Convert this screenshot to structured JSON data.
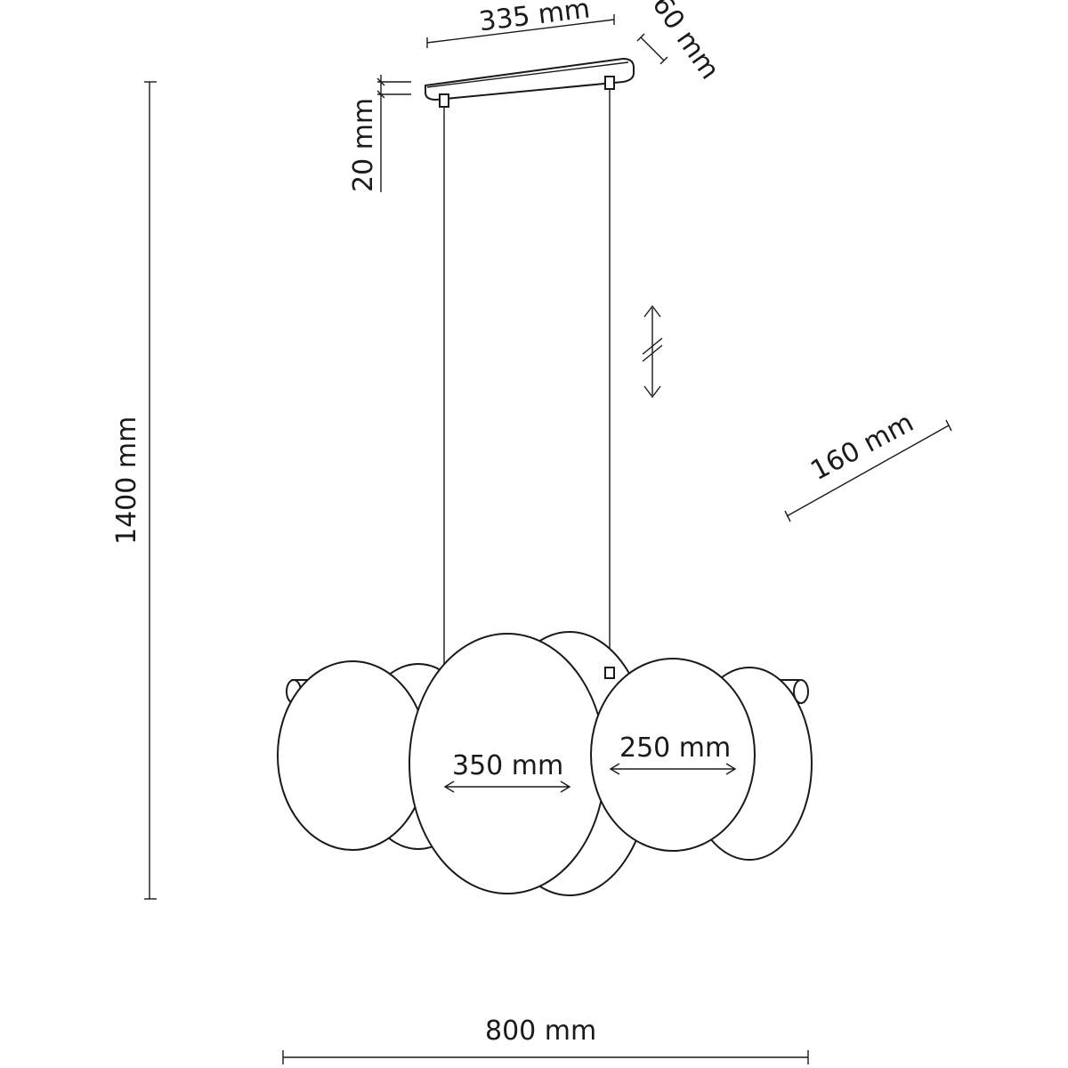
{
  "dimensions": {
    "canopy_length": "335 mm",
    "canopy_width": "60 mm",
    "canopy_height": "20 mm",
    "total_height": "1400 mm",
    "side_depth": "160 mm",
    "large_shade_diameter": "350 mm",
    "small_shade_diameter": "250 mm",
    "total_width": "800 mm"
  },
  "colors": {
    "line": "#1a1a1a",
    "background": "#ffffff"
  }
}
